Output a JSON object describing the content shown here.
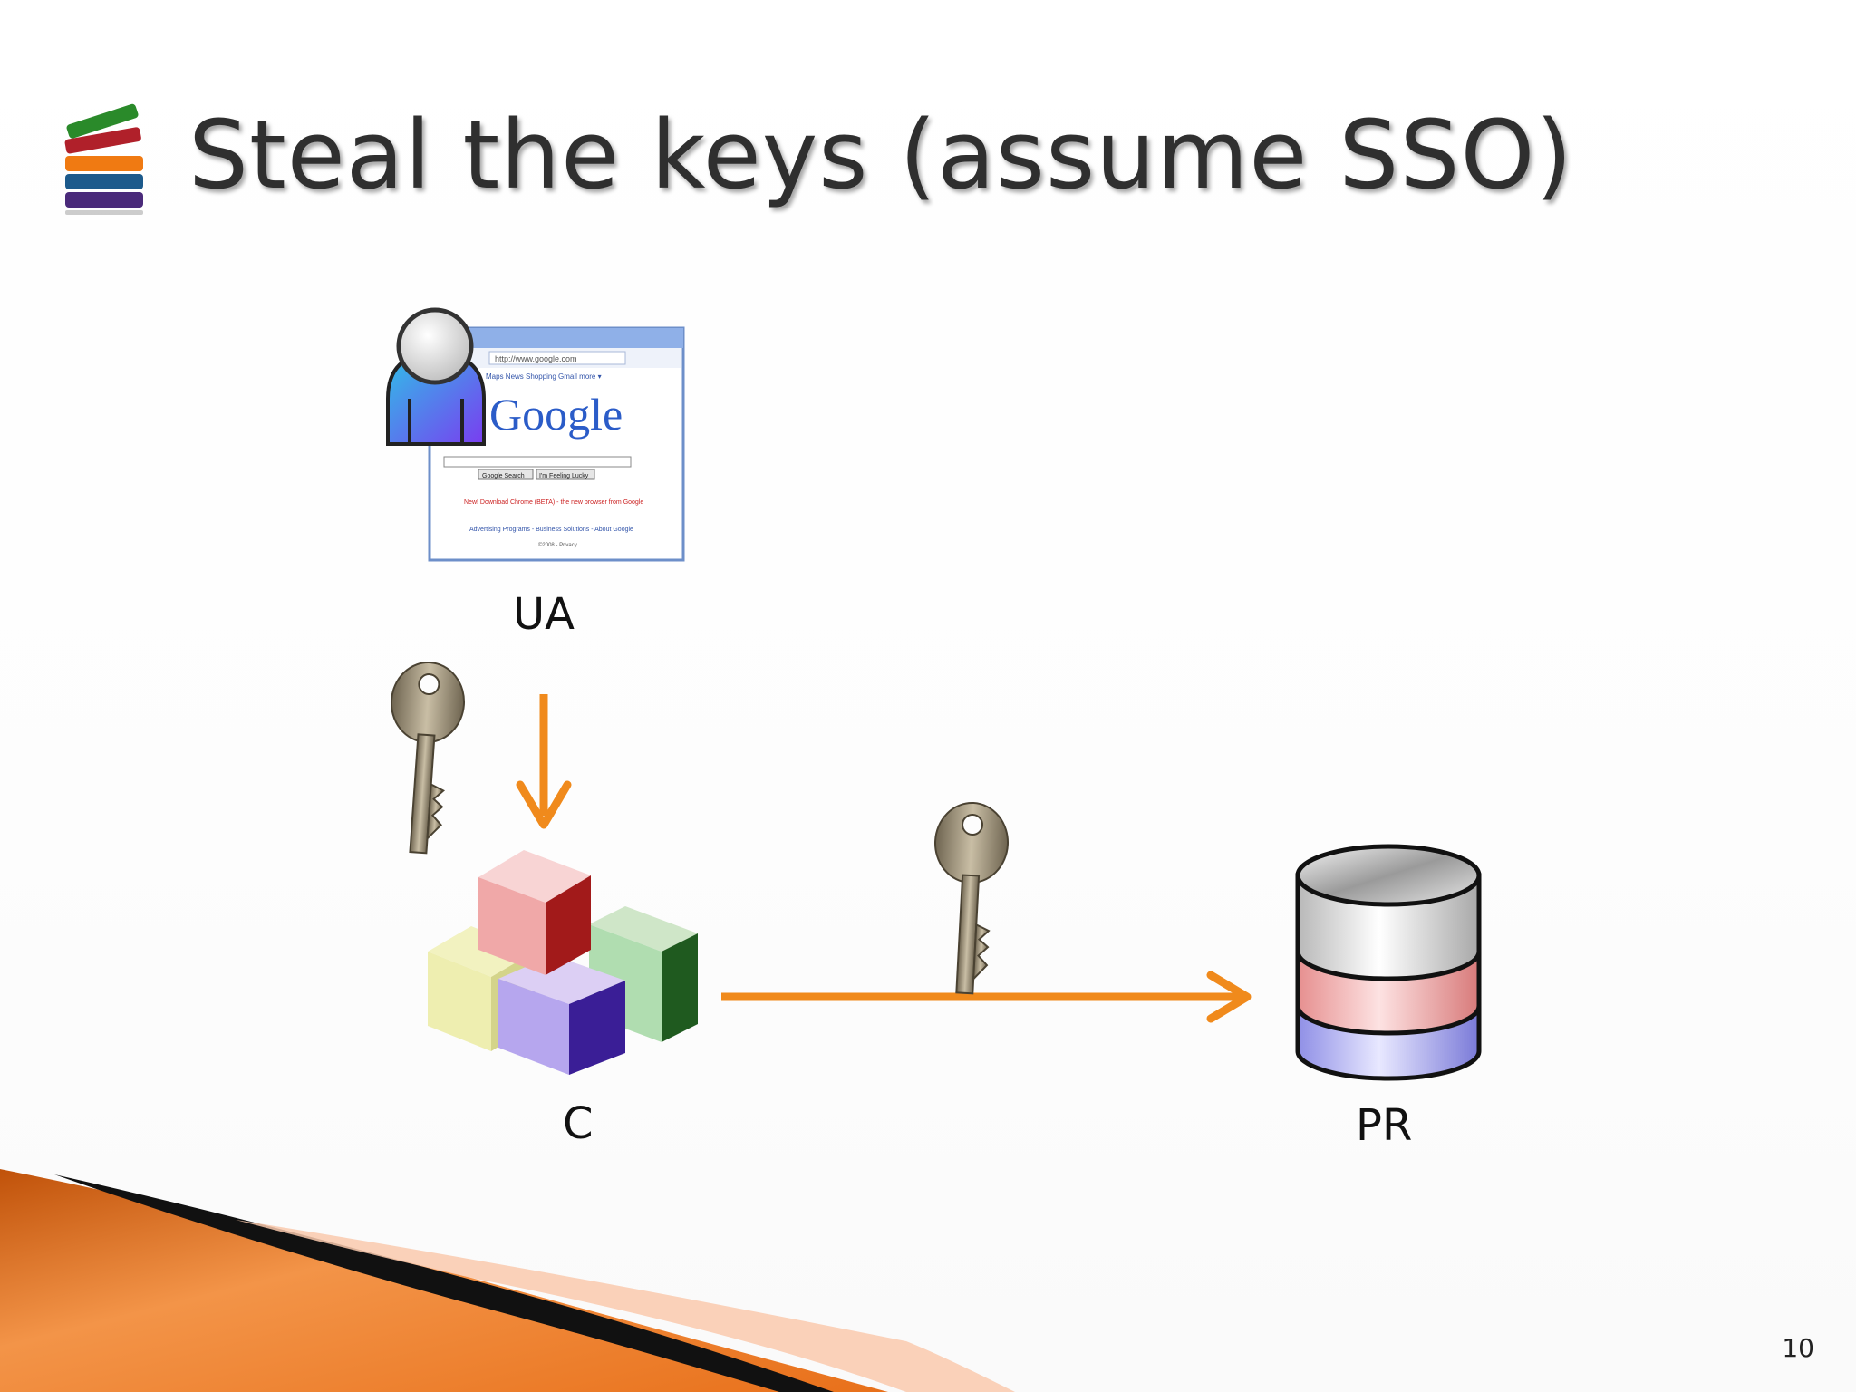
{
  "slide": {
    "title": "Steal the keys (assume SSO)",
    "page_number": "10"
  },
  "diagram": {
    "nodes": {
      "user_agent": {
        "label": "UA"
      },
      "client": {
        "label": "C"
      },
      "protected_resource": {
        "label": "PR"
      }
    },
    "browser": {
      "brand": "Google",
      "address": "http://www.google.com",
      "nav_links": "Maps  News  Shopping  Gmail  more ▾",
      "search_button": "Google Search",
      "lucky_button": "I'm Feeling Lucky",
      "promo": "New! Download Chrome (BETA) - the new browser from Google",
      "footer_links": "Advertising Programs - Business Solutions - About Google",
      "copyright": "©2008 - Privacy"
    },
    "colors": {
      "arrow": "#f08a1c",
      "accent_orange": "#e8701a",
      "title_text": "#2f2f2f"
    },
    "icons": [
      "person-icon",
      "browser-window",
      "key-icon",
      "blocks-icon",
      "database-icon"
    ]
  }
}
